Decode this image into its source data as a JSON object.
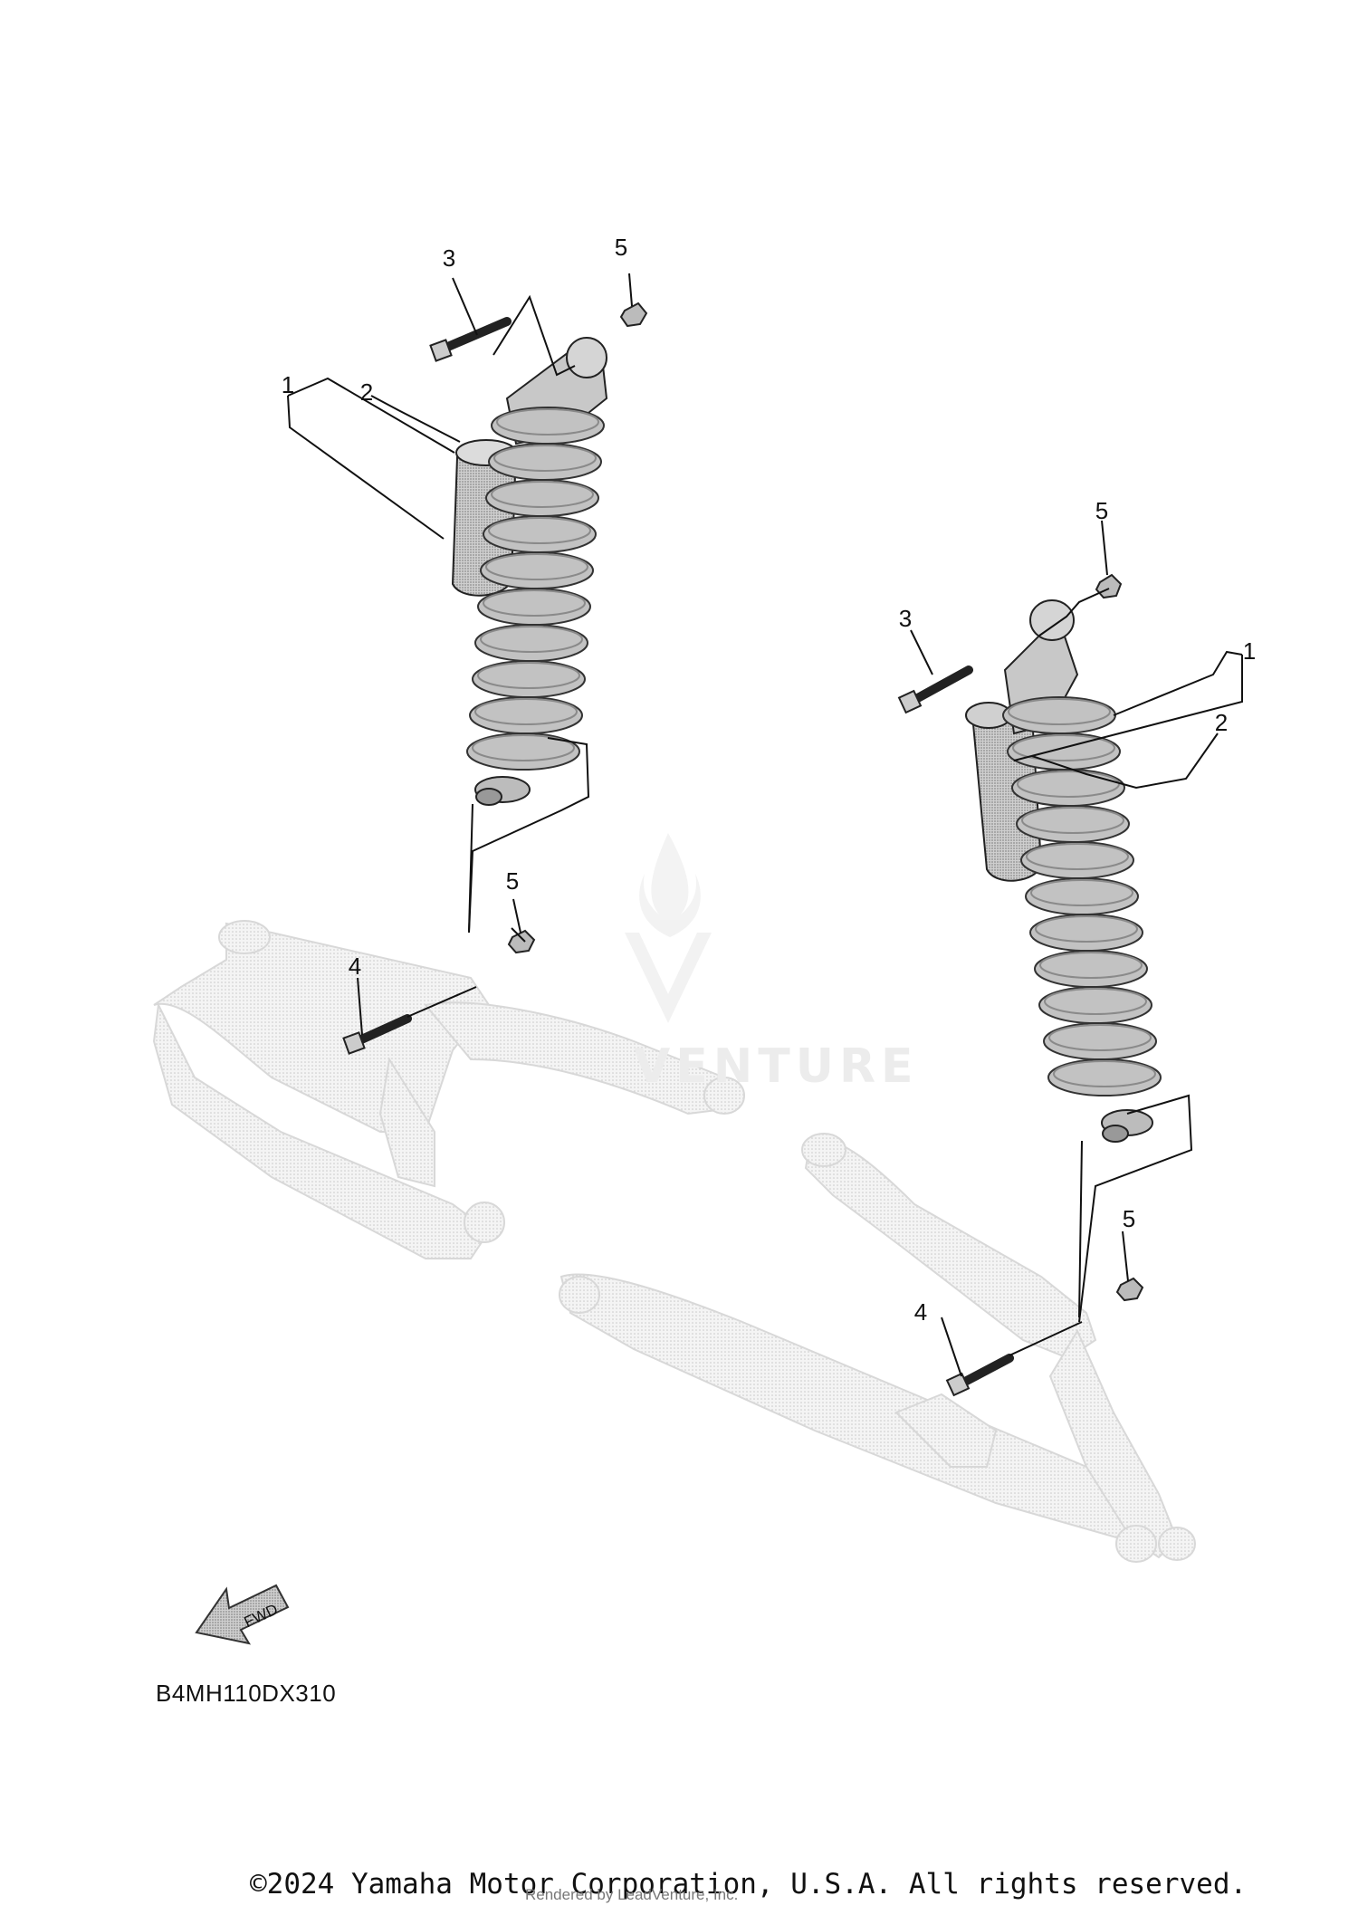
{
  "diagram": {
    "code": "B4MH110DX310",
    "fwd_label": "FWD",
    "callouts": {
      "left": {
        "c1": "1",
        "c2": "2",
        "c3": "3",
        "c4": "4",
        "c5_top": "5",
        "c5_bottom": "5"
      },
      "right": {
        "c1": "1",
        "c2": "2",
        "c3": "3",
        "c4": "4",
        "c5_top": "5",
        "c5_bottom": "5"
      }
    }
  },
  "footer": {
    "copyright": "©2024 Yamaha Motor Corporation, U.S.A. All rights reserved.",
    "rendered_by": "Rendered by LeadVenture, Inc."
  },
  "watermark": {
    "text": "VENTURE"
  },
  "colors": {
    "line": "#111111",
    "part_fill": "#bdbdbd",
    "arm_fill": "#e4e4e4",
    "watermark": "#ececec"
  }
}
